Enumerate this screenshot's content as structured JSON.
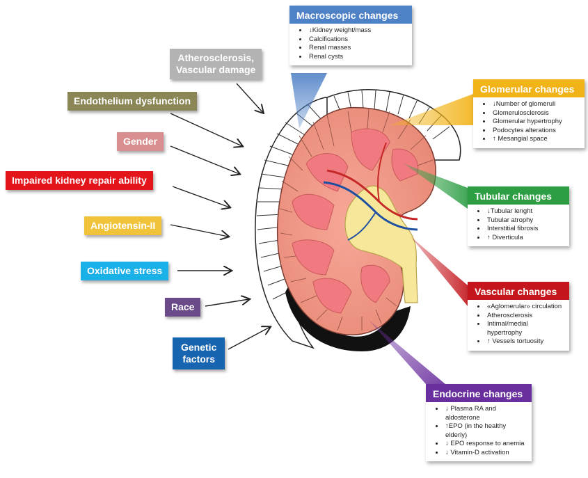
{
  "risk_factors": [
    {
      "key": "atherosclerosis",
      "line1": "Atherosclerosis,",
      "line2": "Vascular damage",
      "color": "#b3b3b3"
    },
    {
      "key": "endothelium",
      "label": "Endothelium dysfunction",
      "color": "#8b8655"
    },
    {
      "key": "gender",
      "label": "Gender",
      "color": "#d98f8f"
    },
    {
      "key": "repair",
      "label": "Impaired kidney repair ability",
      "color": "#e3151b"
    },
    {
      "key": "angiotensin",
      "label": "Angiotensin-II",
      "color": "#f0c33a"
    },
    {
      "key": "oxidative",
      "label": "Oxidative stress",
      "color": "#1ab0e8"
    },
    {
      "key": "race",
      "label": "Race",
      "color": "#6b4a8a"
    },
    {
      "key": "genetic",
      "line1": "Genetic",
      "line2": "factors",
      "color": "#1764b0"
    }
  ],
  "panels": {
    "macroscopic": {
      "title": "Macroscopic changes",
      "color": "#4f81c7",
      "items": [
        "↓Kidney weight/mass",
        "Calcifications",
        "Renal masses",
        "Renal cysts"
      ]
    },
    "glomerular": {
      "title": "Glomerular changes",
      "color": "#f2b318",
      "items": [
        "↓Number of glomeruli",
        "Glomerulosclerosis",
        "Glomerular hypertrophy",
        "Podocytes alterations",
        "↑ Mesangial space"
      ]
    },
    "tubular": {
      "title": "Tubular changes",
      "color": "#2e9e45",
      "items": [
        "↓Tubular lenght",
        "Tubular atrophy",
        "Interstitial fibrosis",
        "↑ Diverticula"
      ]
    },
    "vascular": {
      "title": "Vascular changes",
      "color": "#c4161c",
      "items": [
        "«Aglomerular» circulation",
        "Atherosclerosis",
        "Intimal/medial hypertrophy",
        "↑ Vessels tortuosity"
      ]
    },
    "endocrine": {
      "title": "Endocrine changes",
      "color": "#6a2f9e",
      "items": [
        "↓ Plasma RA and aldosterone",
        "↑EPO (in the healthy elderly)",
        "↓ EPO response to anemia",
        "↓ Vitamin-D activation"
      ]
    }
  }
}
